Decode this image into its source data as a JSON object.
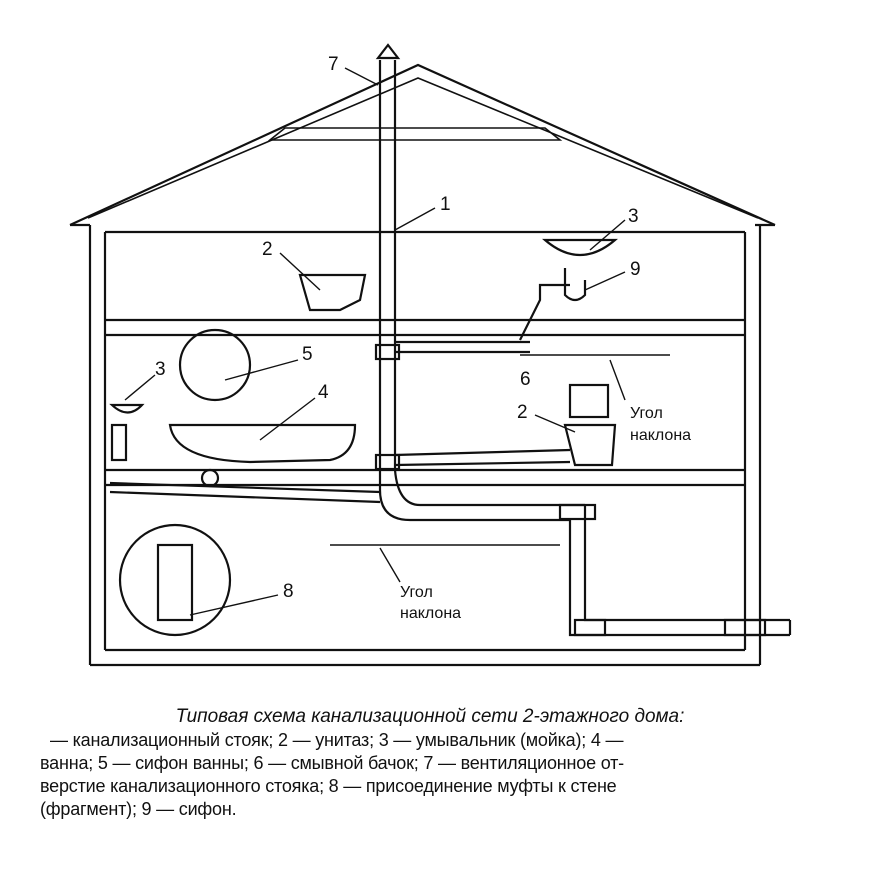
{
  "labels": {
    "n1": "1",
    "n2a": "2",
    "n2b": "2",
    "n3a": "3",
    "n3b": "3",
    "n4": "4",
    "n5": "5",
    "n6": "6",
    "n7": "7",
    "n8": "8",
    "n9": "9"
  },
  "notes": {
    "slope1_a": "Угол",
    "slope1_b": "наклона",
    "slope2_a": "Угол",
    "slope2_b": "наклона"
  },
  "caption": {
    "title": "Типовая схема канализационной сети 2-этажного дома:",
    "lines": [
      "— канализационный стояк; 2 — унитаз; 3 — умывальник (мойка); 4 —",
      "ванна; 5 — сифон ванны; 6 — смывной бачок; 7 — вентиляционное от-",
      "верстие канализационного стояка; 8 — присоединение муфты к стене",
      "(фрагмент); 9 — сифон."
    ]
  }
}
